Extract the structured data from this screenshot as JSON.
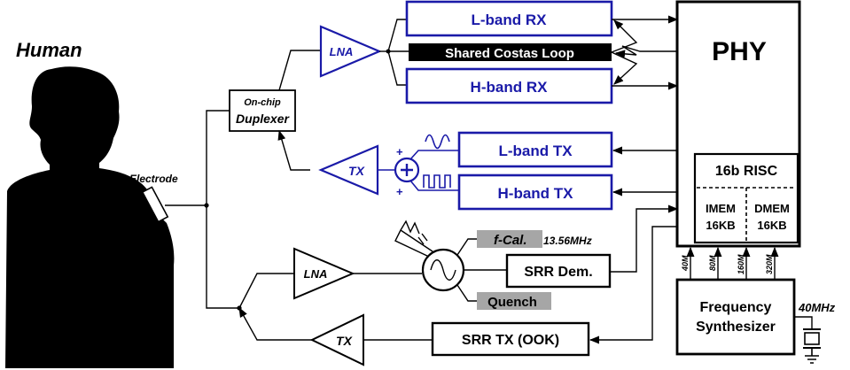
{
  "human": {
    "title": "Human",
    "electrode": "Electrode"
  },
  "duplexer": {
    "line1": "On-chip",
    "line2": "Duplexer"
  },
  "rx": {
    "lna": "LNA",
    "lband": "L-band RX",
    "costas": "Shared Costas Loop",
    "hband": "H-band RX"
  },
  "tx": {
    "amp": "TX",
    "lband": "L-band TX",
    "hband": "H-band TX",
    "plus": "+"
  },
  "phy": {
    "title": "PHY",
    "risc": "16b RISC",
    "imem": [
      "IMEM",
      "16KB"
    ],
    "dmem": [
      "DMEM",
      "16KB"
    ]
  },
  "srr": {
    "lna": "LNA",
    "fcal": "f-Cal.",
    "fcal_freq": "13.56MHz",
    "quench": "Quench",
    "dem": "SRR Dem.",
    "tx_amp": "TX",
    "tx": "SRR TX (OOK)"
  },
  "synth": {
    "line1": "Frequency",
    "line2": "Synthesizer",
    "ref": "40MHz",
    "clocks": [
      "40M",
      "80M",
      "160M",
      "320M"
    ]
  },
  "colors": {
    "blue": "#1a1aa8",
    "black": "#000000",
    "gray": "#a6a6a6"
  }
}
